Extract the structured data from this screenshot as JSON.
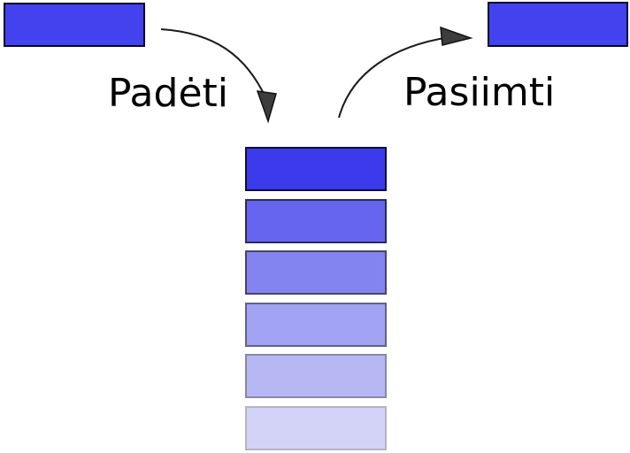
{
  "diagram": {
    "background": "#ffffff",
    "labels": {
      "push": "Padėti",
      "pop": "Pasiimti"
    },
    "text_color": "#000000",
    "arrow": {
      "line_color": "#1a1a1a",
      "head_fill": "#3d3d3d",
      "head_stroke": "#111111"
    },
    "incoming_box": {
      "fill": "#4242ee",
      "border": "#06062a"
    },
    "outgoing_box": {
      "fill": "#4242ee",
      "border": "#06062a"
    },
    "stack_items": [
      {
        "index": 1,
        "fill": "#3b3bec",
        "border": "#0d0d38"
      },
      {
        "index": 2,
        "fill": "#6565f0",
        "border": "#2b2b55"
      },
      {
        "index": 3,
        "fill": "#8484f1",
        "border": "#45456b"
      },
      {
        "index": 4,
        "fill": "#a3a3f3",
        "border": "#626285"
      },
      {
        "index": 5,
        "fill": "#b7b7f4",
        "border": "#8888a4"
      },
      {
        "index": 6,
        "fill": "#d3d3f7",
        "border": "#b3b3c7"
      }
    ]
  }
}
